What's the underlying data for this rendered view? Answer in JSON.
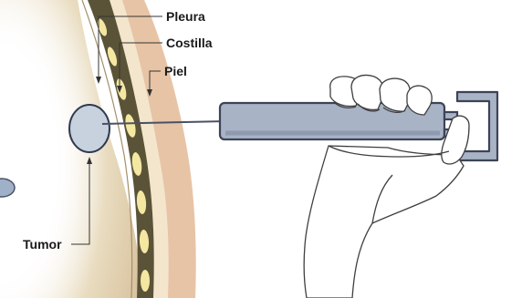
{
  "labels": {
    "pleura": "Pleura",
    "rib": "Costilla",
    "skin": "Piel",
    "tumor": "Tumor"
  },
  "colors": {
    "tissue": "#e8d8bc",
    "skin_layer": "#e7c4a6",
    "rib_band": "#5b5338",
    "rib_segment": "#f4e7a1",
    "tumor_fill": "#c7d2de",
    "syringe_fill": "#a9b3c6",
    "syringe_stroke": "#4a5165",
    "hand_fill": "#ffffff",
    "hand_stroke": "#3f3f3f"
  },
  "icons": {
    "needle": "needle-icon",
    "hand": "hand-icon"
  }
}
